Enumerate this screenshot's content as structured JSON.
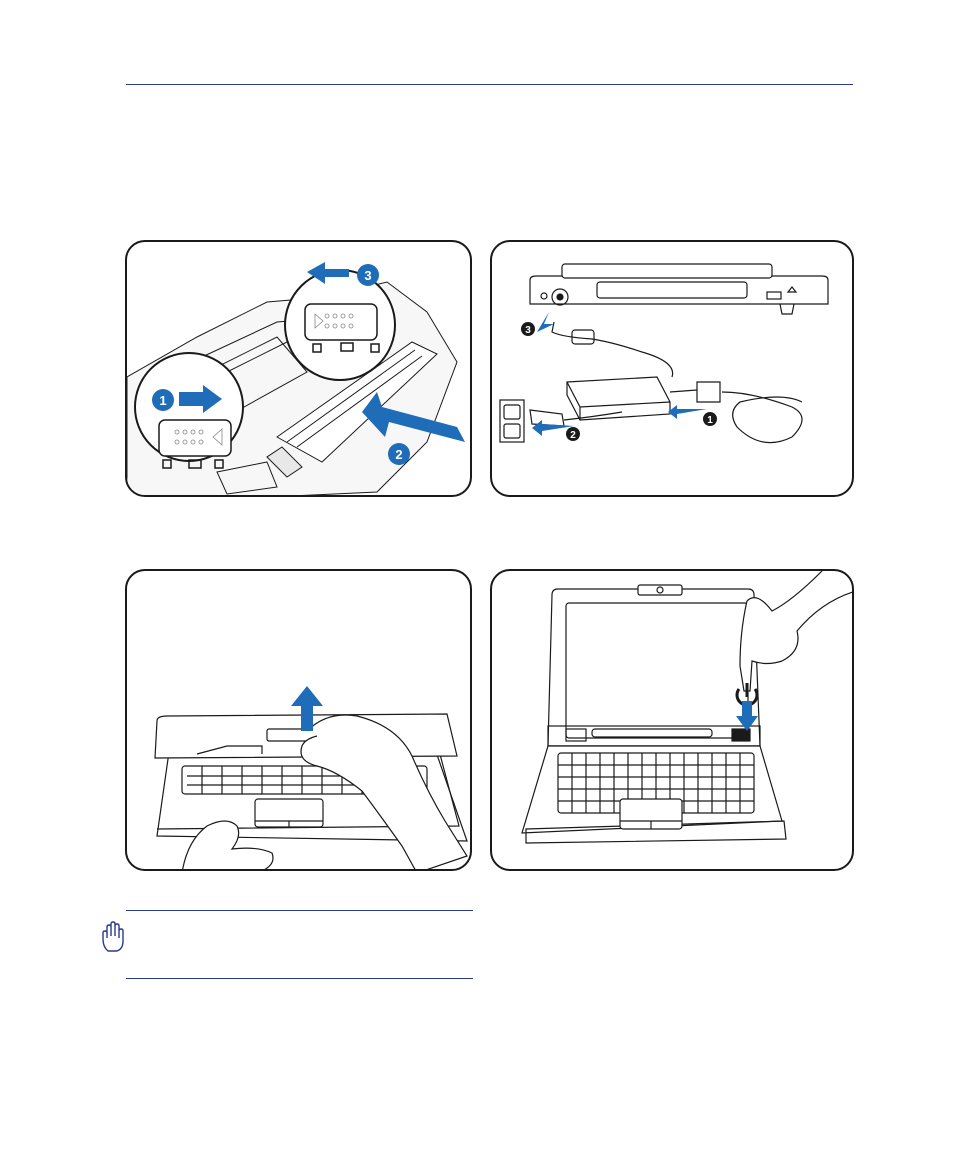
{
  "callouts": {
    "battery_step_1": "1",
    "battery_step_2": "2",
    "battery_step_3": "3",
    "ac_step_1": "1",
    "ac_step_2": "2",
    "ac_step_3": "3"
  },
  "icons": {
    "note": "hand-stop-icon",
    "power": "power-icon"
  },
  "colors": {
    "accent_blue": "#1f6cb8",
    "rule_blue": "#2a3a8c",
    "line_art": "#1a1a1a"
  }
}
